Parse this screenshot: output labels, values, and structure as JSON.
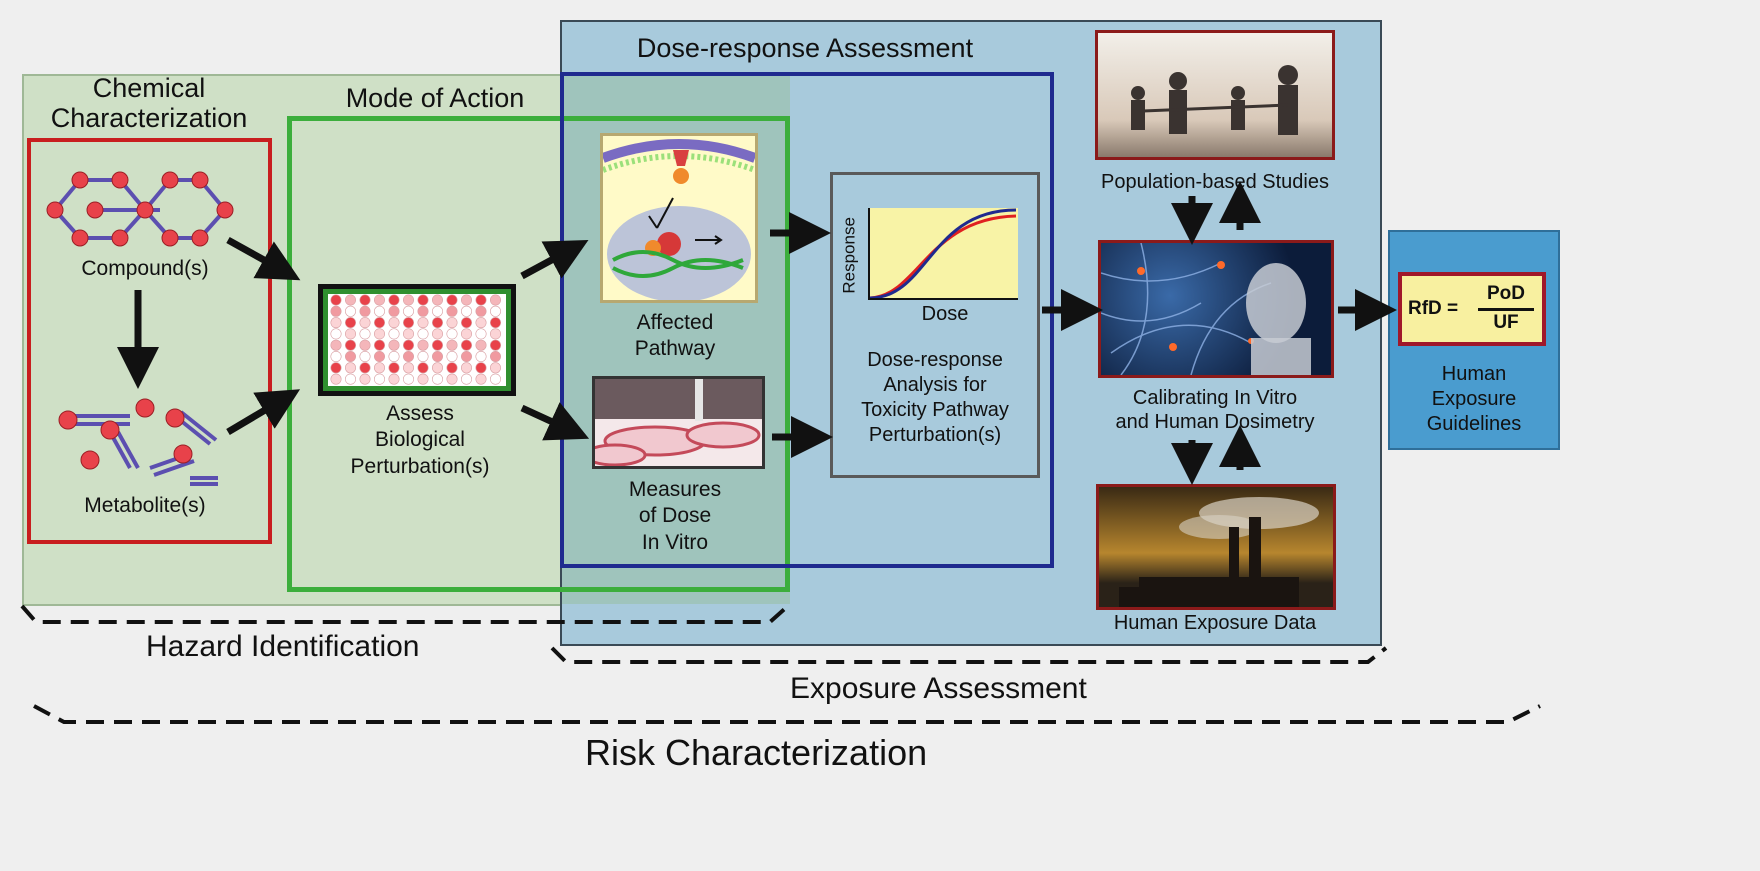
{
  "colors": {
    "page_bg": "#efefef",
    "hazard_bg": "#cfe0c6",
    "dose_bg": "#a8cadc",
    "guideline_bg": "#4a9ccf",
    "chem_border": "#c81e1e",
    "moa_border": "#3cae3c",
    "dose_border": "#1f2a8f",
    "grey_border": "#5a5a5a",
    "curve_red": "#e02020",
    "curve_blue": "#1f2a8f",
    "plot_bg": "#f8f3a6",
    "rfd_bg": "#f8f0a0"
  },
  "labels": {
    "dose_response_assessment": "Dose-response Assessment",
    "chemical_characterization_1": "Chemical",
    "chemical_characterization_2": "Characterization",
    "mode_of_action": "Mode of Action",
    "compounds": "Compound(s)",
    "metabolites": "Metabolite(s)",
    "assess_1": "Assess",
    "assess_2": "Biological",
    "assess_3": "Perturbation(s)",
    "affected_1": "Affected",
    "affected_2": "Pathway",
    "measures_1": "Measures",
    "measures_2": "of Dose",
    "measures_3": "In Vitro",
    "plot_response": "Response",
    "plot_dose": "Dose",
    "dra_1": "Dose-response",
    "dra_2": "Analysis for",
    "dra_3": "Toxicity Pathway",
    "dra_4": "Perturbation(s)",
    "population": "Population-based Studies",
    "calib_1": "Calibrating In Vitro",
    "calib_2": "and Human Dosimetry",
    "exposure_data": "Human Exposure Data",
    "rfd": "RfD =",
    "pod": "PoD",
    "uf": "UF",
    "guide_1": "Human",
    "guide_2": "Exposure",
    "guide_3": "Guidelines",
    "hazard_identification": "Hazard Identification",
    "exposure_assessment": "Exposure Assessment",
    "risk_characterization": "Risk Characterization"
  },
  "icons": [
    "molecule-icon",
    "well-plate-icon",
    "pathway-icon",
    "petri-dish-icon",
    "dose-response-plot-icon",
    "family-photo-icon",
    "neuron-head-photo-icon",
    "smokestack-photo-icon"
  ]
}
